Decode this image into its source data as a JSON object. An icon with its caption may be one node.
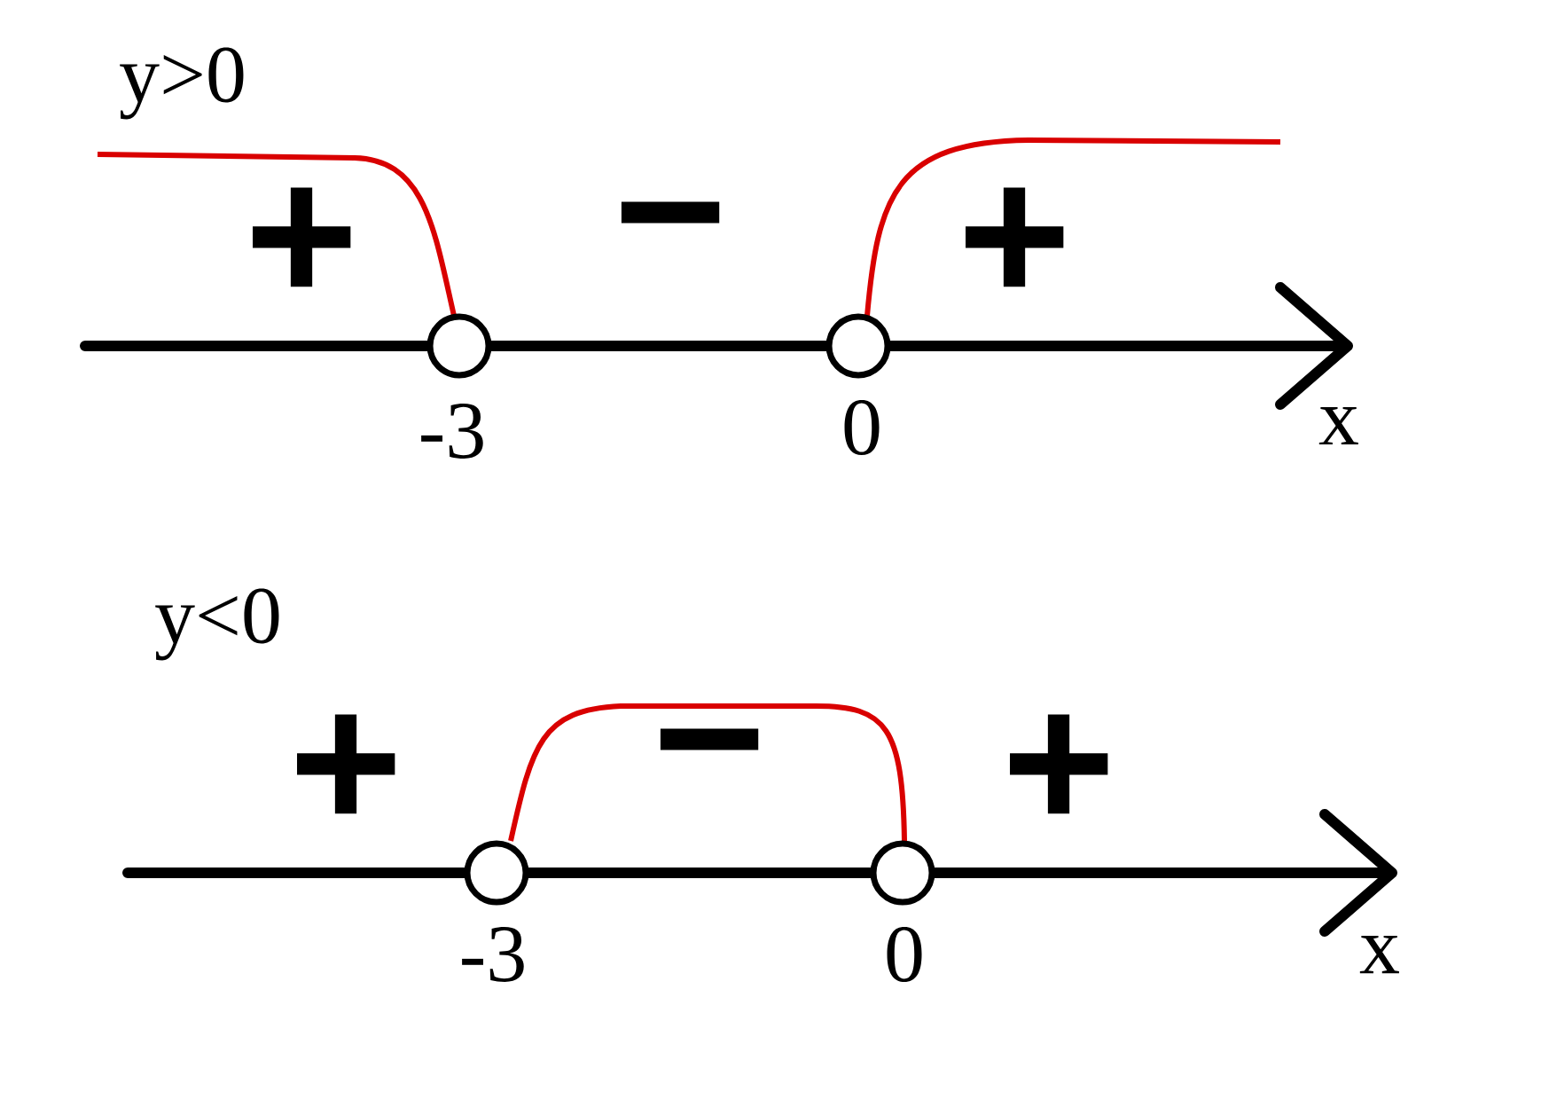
{
  "diagram": {
    "labels": [
      "y>0",
      "+",
      "−",
      "+",
      "-3",
      "0",
      "x",
      "y<0",
      "+",
      "−",
      "+",
      "-3",
      "0",
      "x"
    ]
  }
}
